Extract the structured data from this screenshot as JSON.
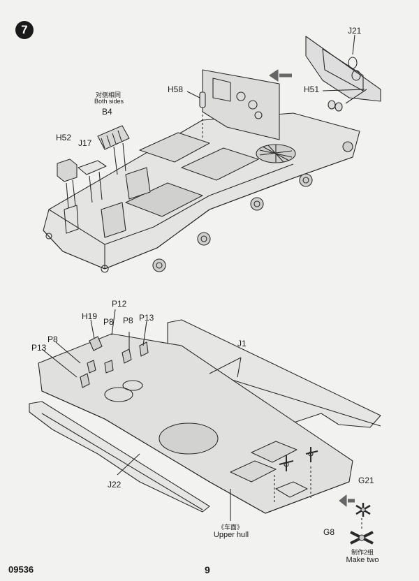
{
  "step": {
    "number": "7"
  },
  "parts": {
    "J21": "J21",
    "H51": "H51",
    "H58": "H58",
    "B4": "B4",
    "H52": "H52",
    "J17": "J17",
    "H19": "H19",
    "P12": "P12",
    "P8_a": "P8",
    "P8_b": "P8",
    "P8_c": "P8",
    "P13_a": "P13",
    "P13_b": "P13",
    "J1": "J1",
    "J22": "J22",
    "G21": "G21",
    "G8": "G8"
  },
  "notes": {
    "both_sides_cn": "对侧相同",
    "both_sides_en": "Both sides",
    "upper_hull_cn": "《车面》",
    "upper_hull_en": "Upper hull",
    "make_two_cn": "制作2组",
    "make_two_en": "Make two"
  },
  "footer": {
    "code": "09536",
    "page": "9"
  }
}
